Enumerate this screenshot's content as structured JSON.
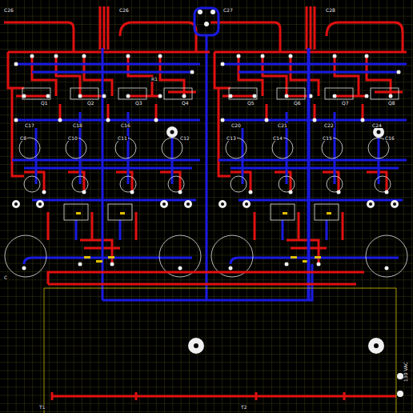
{
  "diagram": {
    "labels": [
      "C26",
      "C26",
      "C27",
      "C28",
      "C17",
      "C18",
      "C16",
      "C20",
      "C21",
      "C22",
      "C24",
      "C8",
      "C10",
      "C11",
      "C12",
      "C13",
      "C14",
      "C15",
      "C16",
      "Q1",
      "Q2",
      "Q3",
      "Q4",
      "Q5",
      "Q6",
      "Q7",
      "Q8",
      "R1",
      "C",
      "T1",
      "T2",
      "130 VAC"
    ]
  }
}
